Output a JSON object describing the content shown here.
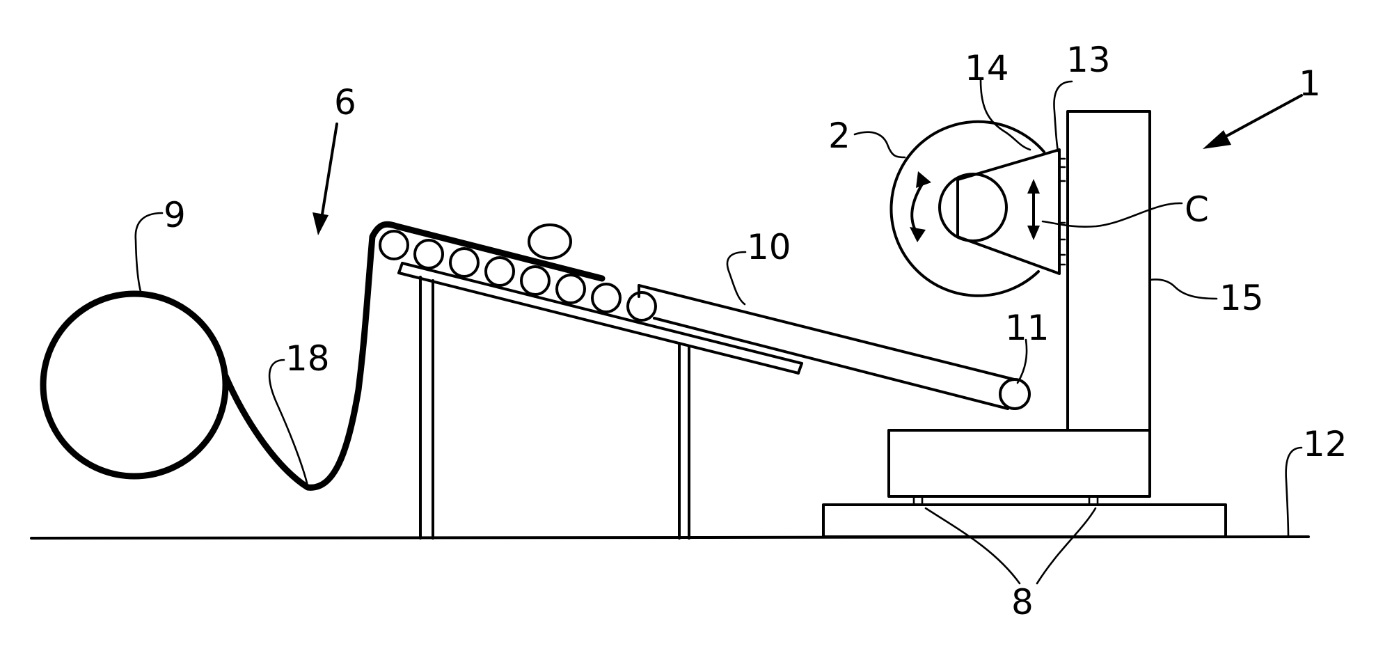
{
  "figure": {
    "labels": {
      "l1": "1",
      "l2": "2",
      "l6": "6",
      "l8": "8",
      "l9": "9",
      "l10": "10",
      "l11": "11",
      "l12": "12",
      "l13": "13",
      "l14": "14",
      "l15": "15",
      "l18": "18",
      "lC": "C"
    }
  }
}
